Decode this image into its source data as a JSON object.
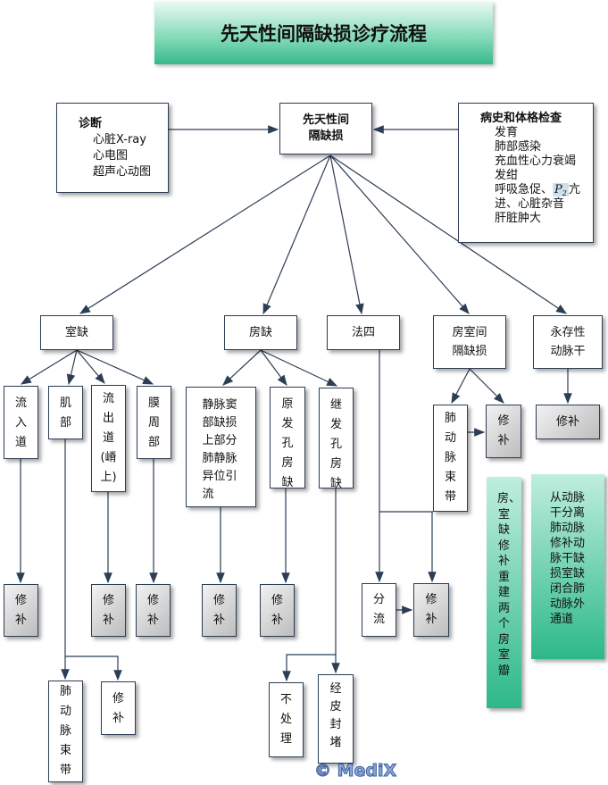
{
  "title": "先天性间隔缺损诊疗流程",
  "diagnosis": {
    "heading": "诊断",
    "items": [
      "心脏X-ray",
      "心电图",
      "超声心动图"
    ]
  },
  "center": "先天性间隔缺损",
  "history": {
    "heading": "病史和体格检查",
    "items": [
      "发育",
      "肺部感染",
      "充血性心力衰竭",
      "发绀"
    ],
    "item5_pre": "呼吸急促、",
    "item5_symbol": "P2",
    "item5_post": "亢",
    "item6": "进、心脏杂音",
    "item7": "肝脏肿大"
  },
  "nodes": {
    "vsd": "室缺",
    "asd": "房缺",
    "tof": "法四",
    "avsd": "房室间隔缺损",
    "truncus": "永存性动脉干",
    "inlet": "流入道",
    "muscular": "肌部",
    "outlet": "流出道(嵴上)",
    "perimembranous": "膜周部",
    "sinus_venosus": "静脉窦部缺损上部分肺静脉异位引流",
    "primum": "原发孔房缺",
    "secundum": "继发孔房缺",
    "pa_band_avsd": "肺动脉束带",
    "repair_avsd": "修补",
    "repair_truncus": "修补",
    "avsd_note": "房、室缺修补重建两个房室瓣",
    "truncus_note": "从动脉干分离肺动脉修补动脉干缺损室缺闭合肺动脉外通道",
    "repair": "修补",
    "shunt": "分流",
    "pa_band_muscular": "肺动脉束带",
    "no_treatment": "不处理",
    "percutaneous": "经皮封堵"
  },
  "watermark": "© MediX"
}
